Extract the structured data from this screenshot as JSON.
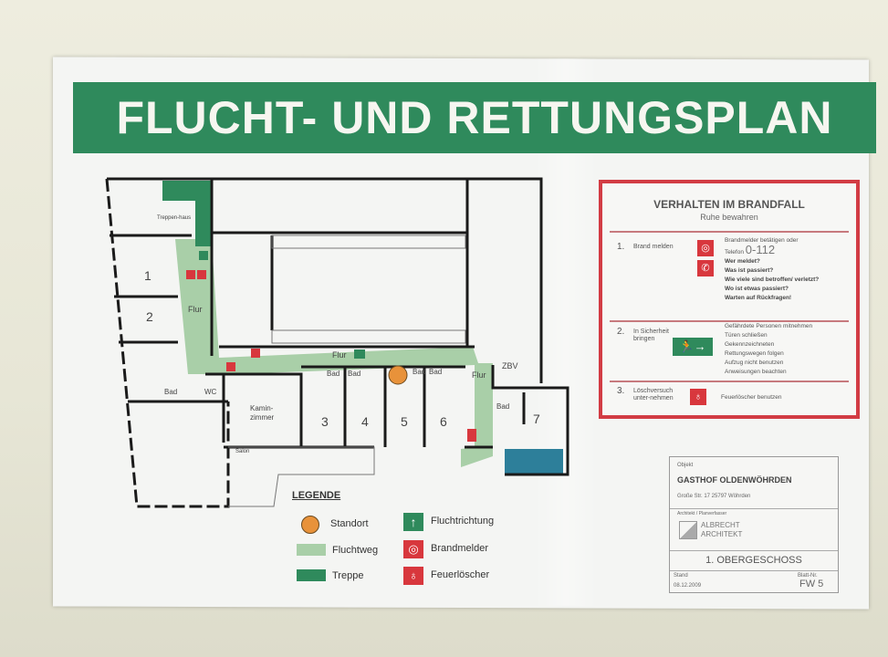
{
  "title": "FLUCHT- UND RETTUNGSPLAN",
  "plan": {
    "rooms": {
      "treppenhaus": "Treppen-haus",
      "r1": "1",
      "r2": "2",
      "r3": "3",
      "r4": "4",
      "r5": "5",
      "r6": "6",
      "r7": "7",
      "flur1": "Flur",
      "flur2": "Flur",
      "flur3": "Flur",
      "bad_left": "Bad",
      "wc": "WC",
      "kamin1": "Kamin-",
      "kamin2": "zimmer",
      "salon": "Salon",
      "bad3": "Bad",
      "bad4": "Bad",
      "bad5": "Bad",
      "bad6": "Bad",
      "bad7": "Bad",
      "zbv": "ZBV"
    }
  },
  "legend": {
    "title": "LEGENDE",
    "items": {
      "standort": "Standort",
      "fluchtweg": "Fluchtweg",
      "treppe": "Treppe",
      "fluchtrichtung": "Fluchtrichtung",
      "brandmelder": "Brandmelder",
      "feuerloescher": "Feuerlöscher"
    }
  },
  "colors": {
    "green": "#2f8a5c",
    "light_green": "#a9cfa8",
    "red": "#d8373d",
    "standort": "#e8923a"
  },
  "instructions": {
    "title": "VERHALTEN IM BRANDFALL",
    "subtitle": "Ruhe bewahren",
    "s1": {
      "num": "1.",
      "label": "Brand melden",
      "lines": [
        "Brandmelder betätigen oder",
        "Telefon",
        "Wer meldet?",
        "Was ist passiert?",
        "Wie viele sind betroffen/ verletzt?",
        "Wo ist etwas passiert?",
        "Warten auf Rückfragen!"
      ],
      "phone": "0-112"
    },
    "s2": {
      "num": "2.",
      "label": "In Sicherheit bringen",
      "lines": [
        "Gefährdete Personen mitnehmen",
        "Türen schließen",
        "Gekennzeichneten",
        "Rettungswegen folgen",
        "Aufzug nicht benutzen",
        "Anweisungen beachten"
      ]
    },
    "s3": {
      "num": "3.",
      "label": "Löschversuch unter-nehmen",
      "lines": [
        "Feuerlöscher benutzen"
      ]
    }
  },
  "titleblock": {
    "object_label": "Objekt",
    "name": "GASTHOF OLDENWÖHRDEN",
    "address": "Große Str. 17     25797 Wöhrden",
    "architect_label": "Architekt / Planverfasser",
    "architect1": "ALBRECHT",
    "architect2": "ARCHITEKT",
    "floor": "1. OBERGESCHOSS",
    "date_label": "Stand",
    "date": "08.12.2009",
    "sheet_label": "Blatt-Nr.",
    "sheet": "FW 5"
  }
}
